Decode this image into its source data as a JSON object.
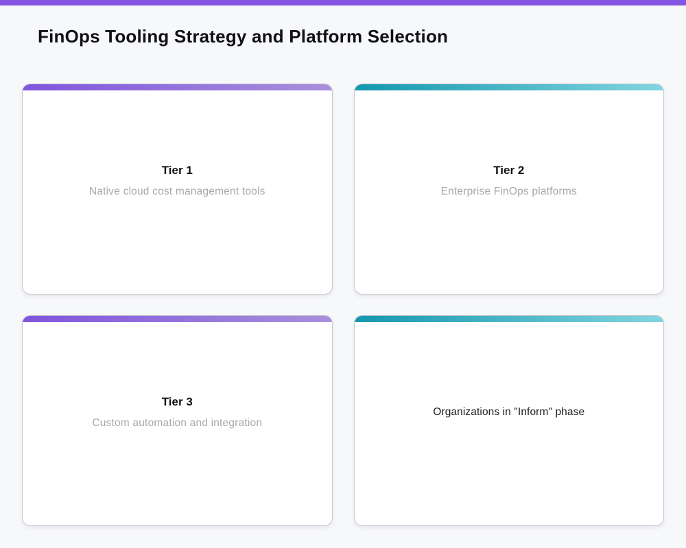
{
  "page": {
    "title": "FinOps Tooling Strategy and Platform Selection",
    "top_bar_color": "#8355e2",
    "background_color": "#f7f8fa"
  },
  "accent_colors": {
    "purple": {
      "from": "#7f55dd",
      "to": "#a98fdc"
    },
    "teal": {
      "from": "#1497ae",
      "to": "#82d5e0"
    }
  },
  "cards": [
    {
      "title": "Tier 1",
      "description": "Native cloud cost management tools",
      "accent": "purple"
    },
    {
      "title": "Tier 2",
      "description": "Enterprise FinOps platforms",
      "accent": "teal"
    },
    {
      "title": "Tier 3",
      "description": "Custom automation and integration",
      "accent": "purple"
    },
    {
      "title": "",
      "description": "Organizations in \"Inform\" phase",
      "accent": "teal"
    }
  ]
}
